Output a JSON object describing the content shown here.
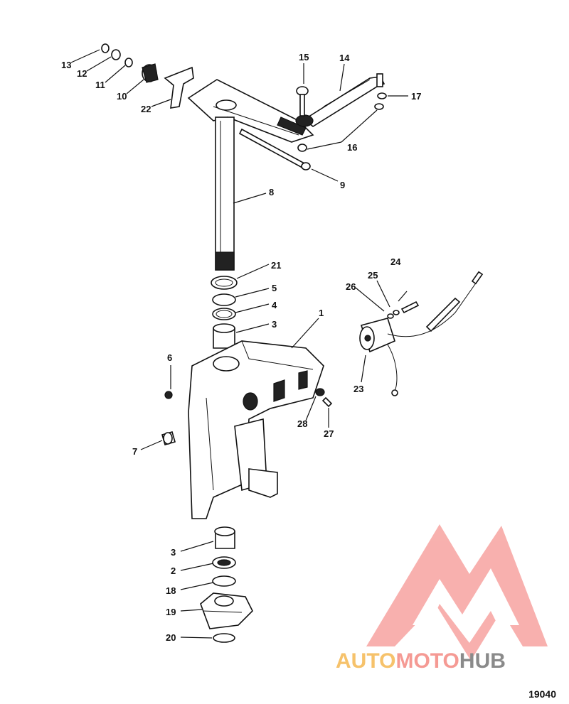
{
  "figure_number": "19040",
  "watermark": {
    "segments": [
      {
        "text": "AUTO",
        "color": "#f6c26b"
      },
      {
        "text": "MOTO",
        "color": "#f59a94"
      },
      {
        "text": "HUB",
        "color": "#8a8a8a"
      }
    ]
  },
  "callouts": [
    "1",
    "2",
    "3",
    "3",
    "4",
    "5",
    "6",
    "7",
    "8",
    "9",
    "10",
    "11",
    "12",
    "13",
    "14",
    "15",
    "16",
    "17",
    "18",
    "19",
    "20",
    "21",
    "22",
    "23",
    "24",
    "25",
    "26",
    "27",
    "28"
  ]
}
